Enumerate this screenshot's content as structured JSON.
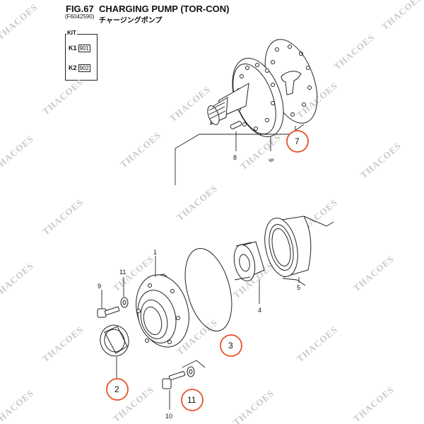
{
  "header": {
    "fig_number": "FIG.67",
    "fig_code": "(F6042590)",
    "title": "CHARGING PUMP (TOR-CON)",
    "subtitle": "チャージングポンプ"
  },
  "kit": {
    "label": "KIT",
    "rows": [
      {
        "key": "K1",
        "code": "901"
      },
      {
        "key": "K2",
        "code": "902"
      }
    ]
  },
  "parts": {
    "p1": "1",
    "p4": "4",
    "p5": "5",
    "p6": "6",
    "p8": "8",
    "p9": "9",
    "p10": "10",
    "p11a": "11"
  },
  "callouts": [
    {
      "number": "7"
    },
    {
      "number": "3"
    },
    {
      "number": "2"
    },
    {
      "number": "11"
    }
  ],
  "watermark": "THACOES",
  "colors": {
    "callout_ring": "#e8502a",
    "line": "#222222",
    "watermark": "#c9c9c9"
  }
}
